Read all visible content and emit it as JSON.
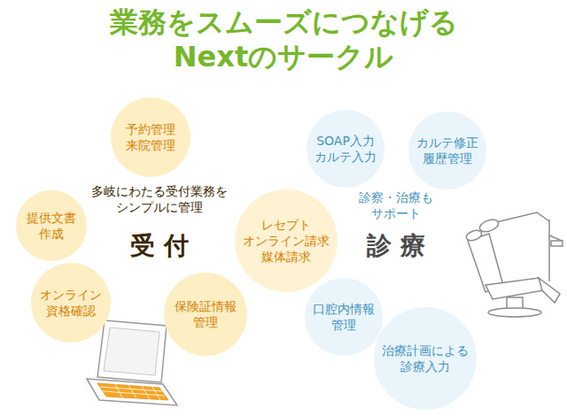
{
  "diagram": {
    "title": "業務をスムーズにつなげる Nextのサークル",
    "nodes": [
      {
        "text": [
          "多岐にわたる受付業務を シンプルに管理",
          "受付"
        ]
      },
      {
        "text": [
          "予約管理 来院管理"
        ],
        "in": 0
      },
      {
        "text": [
          "提供文書 作成"
        ],
        "in": 0
      },
      {
        "text": [
          "オンライン 資格確認"
        ],
        "in": 0
      },
      {
        "text": [
          "保険証情報 管理"
        ],
        "in": 0
      },
      {
        "text": [
          "レセプト オンライン請求 媒体請求"
        ]
      },
      {
        "text": [
          "診察・治療も サポート",
          "診療"
        ]
      },
      {
        "text": [
          "SOAP入力 カルテ入力"
        ],
        "in": 6
      },
      {
        "text": [
          "カルテ修正 履歴管理"
        ],
        "in": 6
      },
      {
        "text": [
          "口腔内情報 管理"
        ],
        "in": 6
      },
      {
        "text": [
          "治療計画による 診療入力"
        ],
        "in": 6
      }
    ]
  }
}
